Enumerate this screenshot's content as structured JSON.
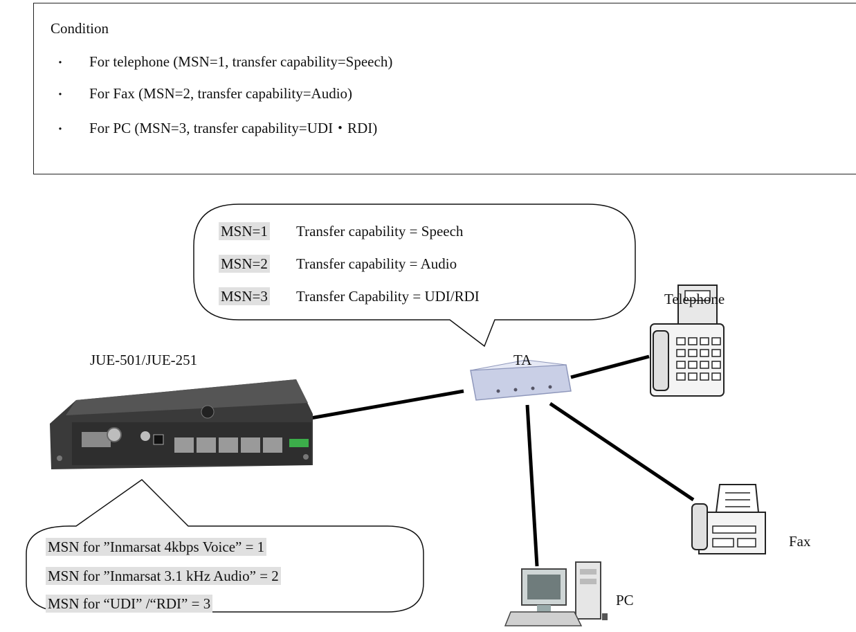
{
  "condition": {
    "title": "Condition",
    "bullet": "・",
    "items": [
      "For telephone (MSN=1, transfer capability=Speech)",
      "For Fax (MSN=2, transfer capability=Audio)",
      "For PC (MSN=3, transfer capability=UDI・RDI)"
    ]
  },
  "ta_callout": {
    "rows": [
      {
        "msn": "MSN=1",
        "text": "Transfer capability = Speech"
      },
      {
        "msn": "MSN=2",
        "text": "Transfer capability = Audio"
      },
      {
        "msn": "MSN=3",
        "text": "Transfer Capability = UDI/RDI"
      }
    ]
  },
  "device_callout": {
    "rows": [
      "MSN for ”Inmarsat 4kbps Voice” = 1",
      "MSN for ”Inmarsat 3.1 kHz Audio” = 2",
      "MSN for “UDI” /“RDI” = 3"
    ]
  },
  "labels": {
    "device": "JUE-501/JUE-251",
    "ta": "TA",
    "telephone": "Telephone",
    "fax": "Fax",
    "pc": "PC"
  },
  "colors": {
    "highlight": "#e0e0e0",
    "device_body": "#3c3c3c",
    "ta_body": "#c9cfe6",
    "line": "#000000"
  }
}
